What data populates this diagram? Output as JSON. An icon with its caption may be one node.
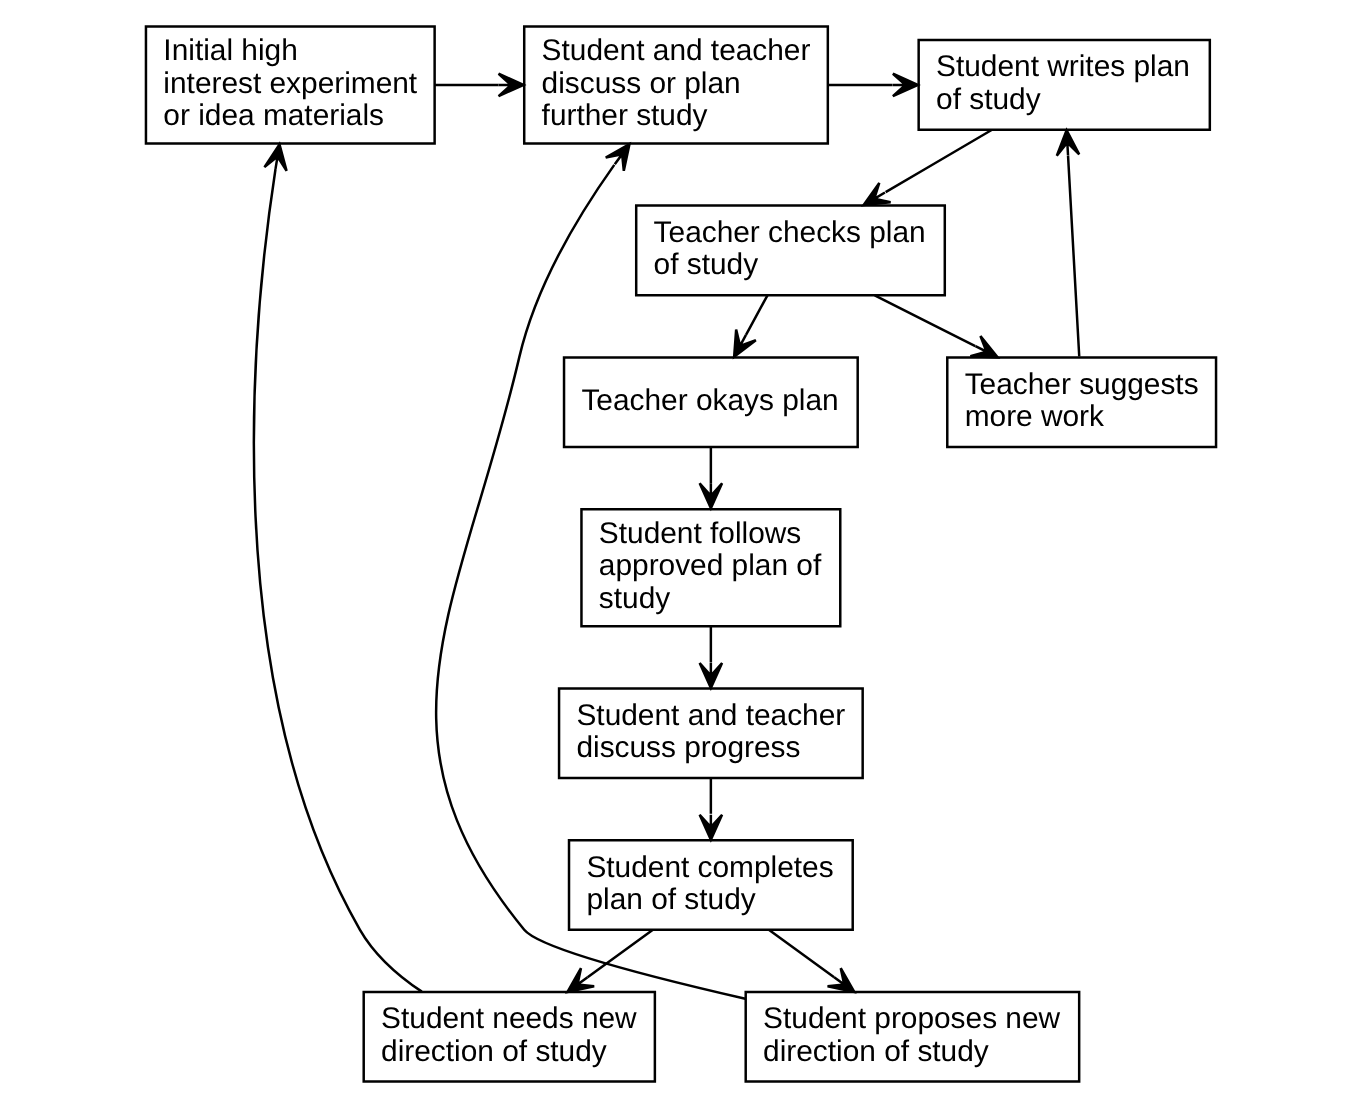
{
  "diagram": {
    "nodes": [
      {
        "text": [
          "Initial high interest experiment or idea materials"
        ]
      },
      {
        "text": [
          "Student and teacher discuss or plan further study"
        ]
      },
      {
        "text": [
          "Student writes plan of study"
        ]
      },
      {
        "text": [
          "Teacher checks plan of study"
        ]
      },
      {
        "text": [
          "Teacher okays plan"
        ]
      },
      {
        "text": [
          "Teacher suggests more work"
        ]
      },
      {
        "text": [
          "Student follows approved plan of study"
        ]
      },
      {
        "text": [
          "Student and teacher discuss progress"
        ]
      },
      {
        "text": [
          "Student completes plan of study"
        ]
      },
      {
        "text": [
          "Student needs new direction of study"
        ]
      },
      {
        "text": [
          "Student proposes new direction of study"
        ]
      }
    ],
    "edges": [
      {
        "from": 0,
        "to": 1,
        "arrow": "to"
      },
      {
        "from": 1,
        "to": 2,
        "arrow": "to"
      },
      {
        "from": 2,
        "to": 3,
        "arrow": "to"
      },
      {
        "from": 3,
        "to": 4,
        "arrow": "to"
      },
      {
        "from": 3,
        "to": 5,
        "arrow": "to"
      },
      {
        "from": 5,
        "to": 2,
        "arrow": "to"
      },
      {
        "from": 4,
        "to": 6,
        "arrow": "to"
      },
      {
        "from": 6,
        "to": 7,
        "arrow": "to"
      },
      {
        "from": 7,
        "to": 8,
        "arrow": "to"
      },
      {
        "from": 8,
        "to": 9,
        "arrow": "to"
      },
      {
        "from": 8,
        "to": 10,
        "arrow": "to"
      },
      {
        "from": 9,
        "to": 0,
        "arrow": "to"
      },
      {
        "from": 10,
        "to": 1,
        "arrow": "to"
      }
    ]
  }
}
